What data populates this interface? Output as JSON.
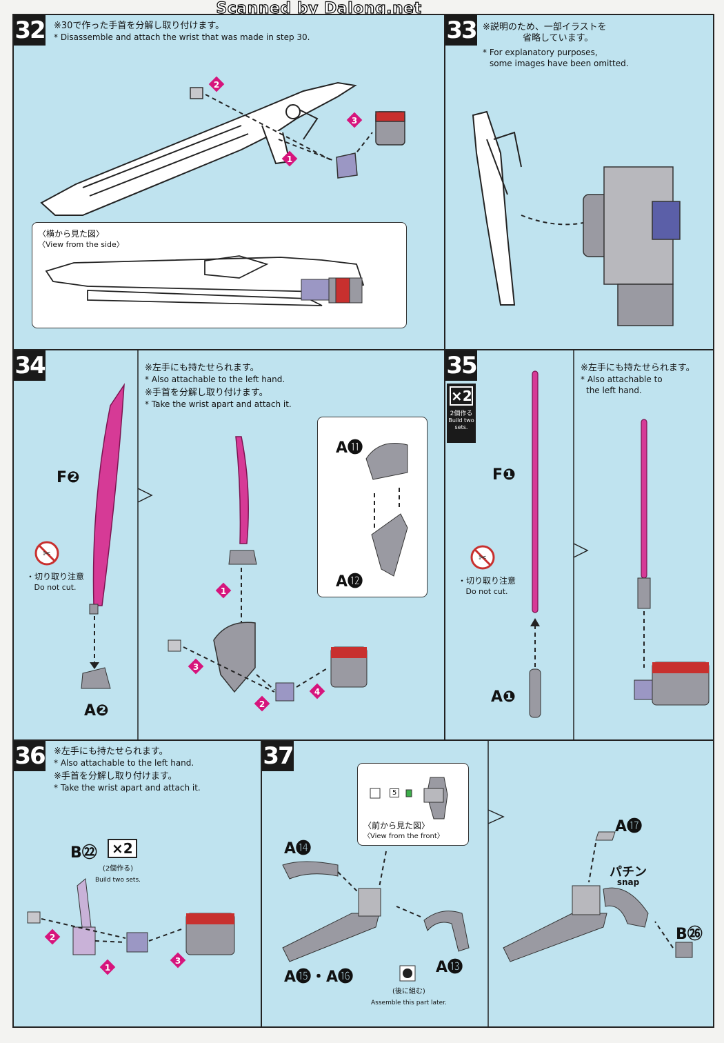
{
  "watermark": "Scanned by Dalong.net",
  "steps": {
    "s32": {
      "num": "32",
      "jp": "※30で作った手首を分解し取り付けます。",
      "en": "* Disassemble and attach the wrist that was made in step 30.",
      "side_view_jp": "〈横から見た図〉",
      "side_view_en": "〈View from the side〉",
      "markers": [
        "1",
        "2",
        "3"
      ]
    },
    "s33": {
      "num": "33",
      "jp1": "※説明のため、一部イラストを",
      "jp2": "省略しています。",
      "en1": "* For explanatory purposes,",
      "en2": "some images have been omitted."
    },
    "s34": {
      "num": "34",
      "jp1": "※左手にも持たせられます。",
      "en1": "* Also attachable to the left hand.",
      "jp2": "※手首を分解し取り付けます。",
      "en2": "* Take the wrist apart and attach it.",
      "part_f": "F❷",
      "part_a": "A❷",
      "part_a11": "A⓫",
      "part_a12": "A⓬",
      "cut_jp": "・切り取り注意",
      "cut_en": "Do not cut.",
      "markers": [
        "1",
        "2",
        "3",
        "4"
      ]
    },
    "s35": {
      "num": "35",
      "times": "×2",
      "times_jp": "2個作る",
      "times_en": "Build two sets.",
      "jp1": "※左手にも持たせられます。",
      "en1": "* Also attachable to",
      "en2": "the left hand.",
      "part_f": "F❶",
      "part_a": "A❶",
      "cut_jp": "・切り取り注意",
      "cut_en": "Do not cut."
    },
    "s36": {
      "num": "36",
      "jp1": "※左手にも持たせられます。",
      "en1": "* Also attachable to the left hand.",
      "jp2": "※手首を分解し取り付けます。",
      "en2": "* Take the wrist apart and attach it.",
      "part_b": "B㉒",
      "times": "×2",
      "times_jp": "(2個作る)",
      "times_en": "Build two sets.",
      "markers": [
        "1",
        "2",
        "3"
      ]
    },
    "s37": {
      "num": "37",
      "front_jp": "〈前から見た図〉",
      "front_en": "〈View from the front〉",
      "box_num": "5",
      "part_a14": "A⓮",
      "part_a1516": "A⓯・A⓰",
      "part_a13": "A⓭",
      "part_a17": "A⓱",
      "part_b26": "B㉖",
      "later_jp": "(後に組む)",
      "later_en": "Assemble this part later.",
      "snap_jp": "パチン",
      "snap_en": "snap"
    }
  },
  "colors": {
    "panel_bg": "#bfe3ef",
    "marker": "#d6147c",
    "blade": "#d63a96",
    "part_gray": "#9a9aa2",
    "red": "#c8302e"
  }
}
